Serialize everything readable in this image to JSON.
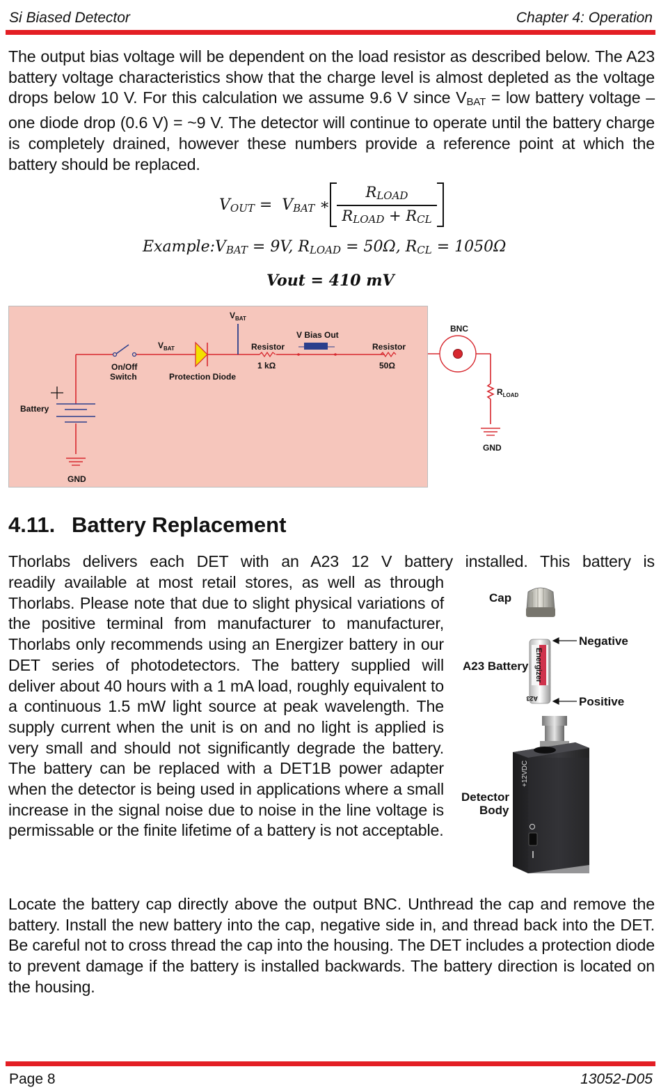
{
  "header": {
    "left": "Si Biased Detector",
    "right": "Chapter 4: Operation"
  },
  "intro_paragraph": {
    "part1": "The output bias voltage will be dependent on the load resistor as described below. The A23 battery voltage characteristics show that the charge level is almost depleted as the voltage drops below 10 V. For this calculation we assume 9.6 V since V",
    "sub": "BAT",
    "part2": " = low battery voltage – one diode drop (0.6 V) = ~9 V. The detector will continue to operate until the battery charge is completely drained, however these numbers provide a reference point at which the battery should be replaced."
  },
  "equations": {
    "formula_lhs": "V_OUT = V_BAT *",
    "formula_numerator": "R_LOAD",
    "formula_denominator": "R_LOAD + R_CL",
    "example": "Example: V_BAT = 9V, R_LOAD = 50Ω, R_CL = 1050Ω",
    "result": "Vout = 410 mV"
  },
  "circuit": {
    "battery": "Battery",
    "gnd_left": "GND",
    "switch_line1": "On/Off",
    "switch_line2": "Switch",
    "vbat_main": "V",
    "vbat_sub": "BAT",
    "diode": "Protection Diode",
    "resistor1": "Resistor",
    "resistor1_value": "1 kΩ",
    "vbias": "V Bias Out",
    "resistor2": "Resistor",
    "resistor2_value": "50Ω",
    "bnc": "BNC",
    "rload_main": "R",
    "rload_sub": "LOAD",
    "gnd_right": "GND",
    "plus": "+"
  },
  "section": {
    "number": "4.11.",
    "title": "Battery Replacement"
  },
  "battery_paragraph_first": "Thorlabs delivers each DET with an A23 12 V battery installed. This battery is",
  "battery_paragraph_rest": "readily available at most retail stores, as well as through Thorlabs. Please note that due to slight physical variations of the positive terminal from manufacturer to manufacturer, Thorlabs only recommends using an Energizer battery in our DET series of photodetectors. The battery supplied will deliver about 40 hours with a 1 mA load, roughly equivalent to a continuous 1.5 mW light source at peak wavelength. The supply current when the unit is on and no light is applied is very small and should not significantly degrade the battery. The battery can be replaced with a DET1B power adapter when the detector is being used in applications where a small increase in the signal noise due to noise in the line voltage is permissable or the finite lifetime of a battery is not acceptable.",
  "photo_labels": {
    "cap": "Cap",
    "a23": "A23 Battery",
    "negative": "Negative",
    "positive": "Positive",
    "detector_line1": "Detector",
    "detector_line2": "Body",
    "brand": "Energizer",
    "battery_mark": "A23",
    "housing_mark": "+12VDC"
  },
  "locate_paragraph": "Locate the battery cap directly above the output BNC. Unthread the cap and remove the battery. Install the new battery into the cap, negative side in, and thread back into the DET. Be careful not to cross thread the cap into the housing. The DET includes a protection diode to prevent damage if the battery is installed backwards. The battery direction is located on the housing.",
  "footer": {
    "left": "Page 8",
    "right": "13052-D05"
  },
  "colors": {
    "accent_red": "#e31e24",
    "circuit_bg": "#f6c6bc",
    "wire_red": "#d7282f",
    "wire_blue": "#2b3f8c"
  }
}
